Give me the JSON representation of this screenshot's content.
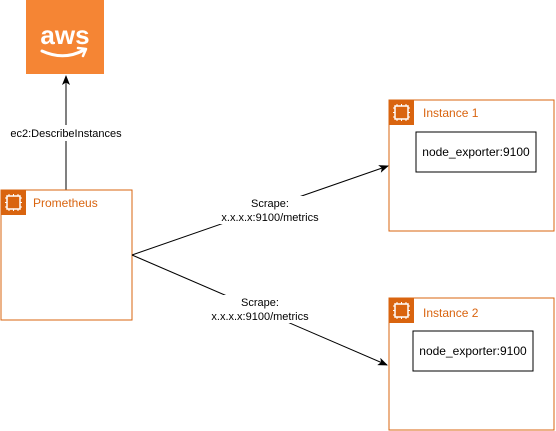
{
  "aws_logo": {
    "text": "aws",
    "color": "#f58534"
  },
  "prometheus": {
    "label": "Prometheus"
  },
  "instances": [
    {
      "label": "Instance 1",
      "exporter": "node_exporter:9100"
    },
    {
      "label": "Instance 2",
      "exporter": "node_exporter:9100"
    }
  ],
  "edges": {
    "describe": "ec2:DescribeInstances",
    "scrape_1": {
      "line1": "Scrape:",
      "line2": "x.x.x.x:9100/metrics"
    },
    "scrape_2": {
      "line1": "Scrape:",
      "line2": "x.x.x.x:9100/metrics"
    }
  },
  "colors": {
    "group_border": "#d9640f",
    "aws_orange": "#f58534"
  },
  "icons": {
    "group": "ec2-instance-chip-icon",
    "aws": "aws-logo-smile-icon"
  }
}
